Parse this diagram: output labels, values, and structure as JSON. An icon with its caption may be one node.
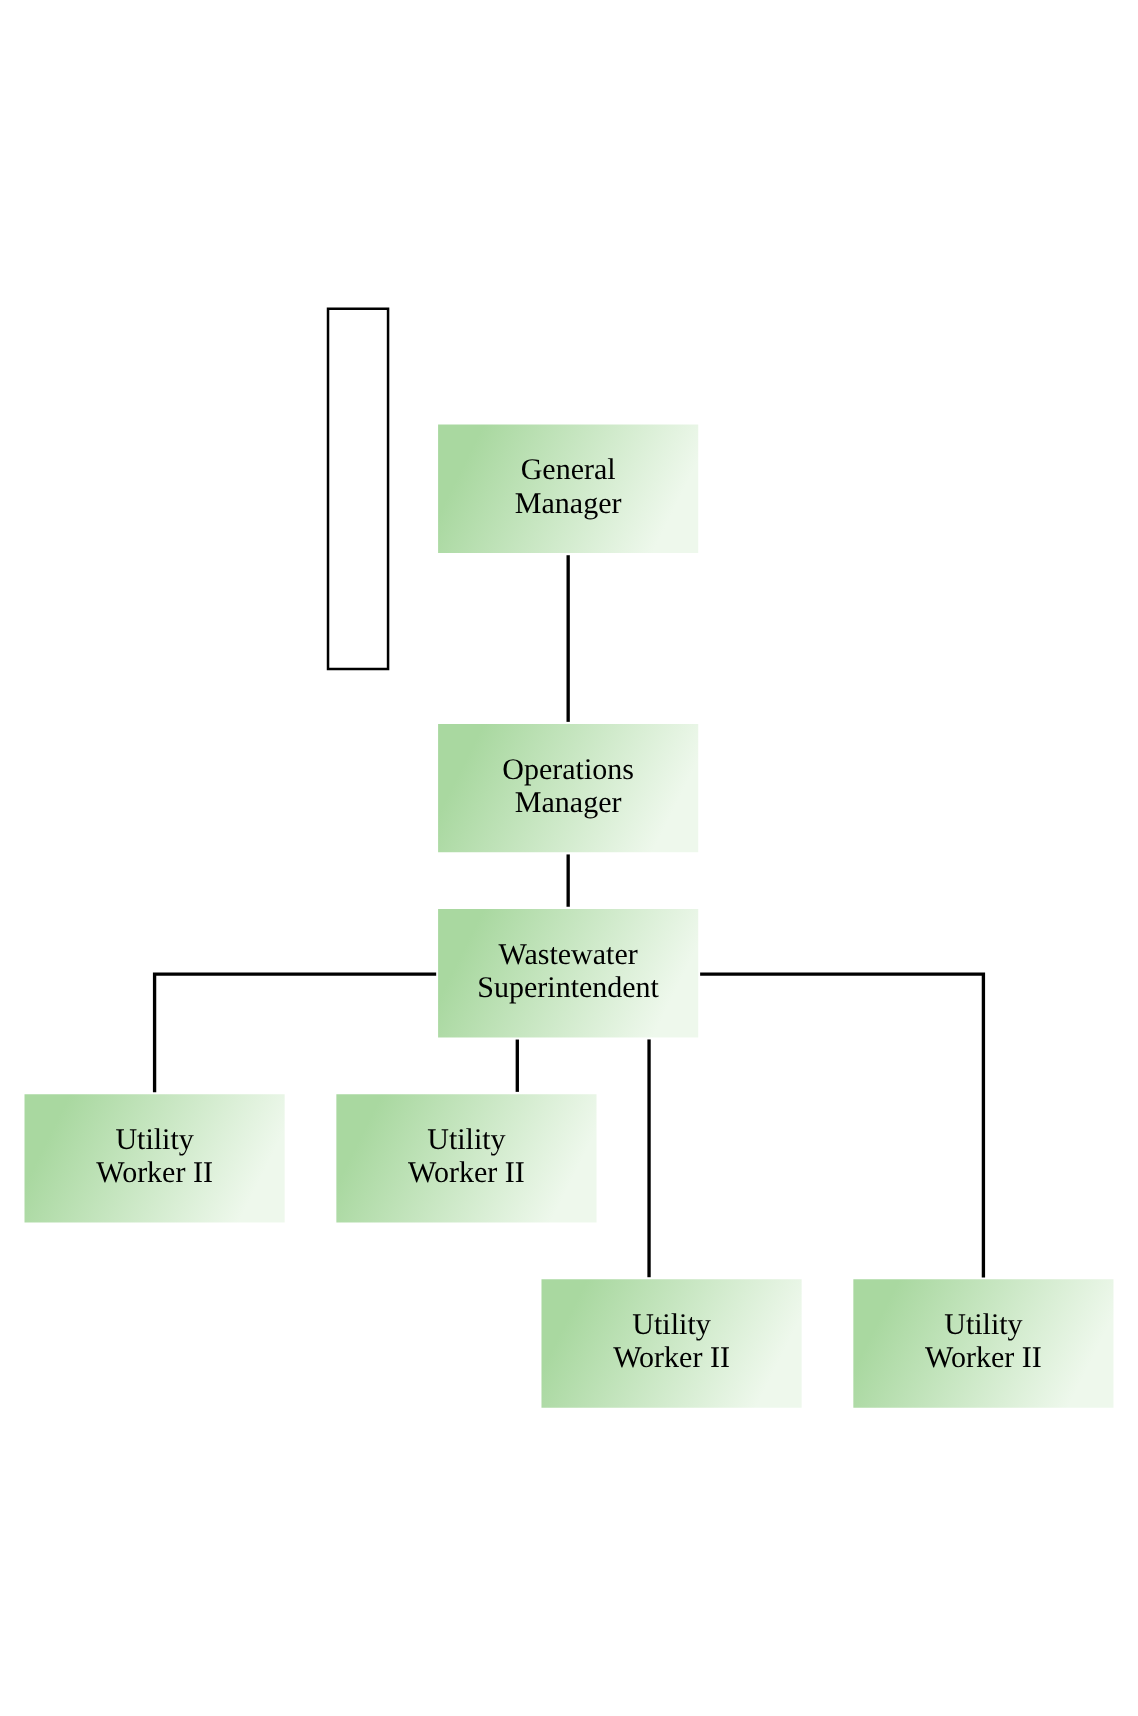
{
  "diagram": {
    "nodes": [
      {
        "text": [],
        "shape": "box"
      },
      {
        "text": [
          "General Manager"
        ]
      },
      {
        "text": [
          "Operations Manager"
        ]
      },
      {
        "text": [
          "Wastewater Superintendent"
        ]
      },
      {
        "text": [
          "Utility Worker II"
        ]
      },
      {
        "text": [
          "Utility Worker II"
        ]
      },
      {
        "text": [
          "Utility Worker II"
        ]
      },
      {
        "text": [
          "Utility Worker II"
        ]
      }
    ],
    "edges": [
      {
        "from": 1,
        "to": 2,
        "arrow": "none"
      },
      {
        "from": 2,
        "to": 3,
        "arrow": "none"
      },
      {
        "from": 3,
        "to": 4,
        "arrow": "none"
      },
      {
        "from": 3,
        "to": 5,
        "arrow": "none"
      },
      {
        "from": 3,
        "to": 6,
        "arrow": "none"
      },
      {
        "from": 3,
        "to": 7,
        "arrow": "none"
      }
    ]
  }
}
